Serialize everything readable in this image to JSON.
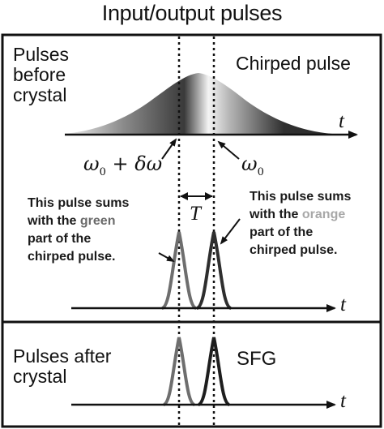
{
  "title": "Input/output pulses",
  "panel_top": {
    "label_lines": [
      "Pulses",
      "before",
      "crystal"
    ],
    "chirped_label": "Chirped pulse",
    "axis_label": "t",
    "freq_left": "ω",
    "freq_left_sub": "0",
    "freq_left_rest": " + δω",
    "freq_right": "ω",
    "freq_right_sub": "0"
  },
  "panel_middle": {
    "delay_label": "T",
    "axis_label": "t",
    "note_left": {
      "line1": "This pulse sums",
      "line2_prefix": "with the ",
      "line2_color_word": "green",
      "line3": "part of the",
      "line4": "chirped pulse."
    },
    "note_right": {
      "line1": "This pulse sums",
      "line2_prefix": "with the ",
      "line2_color_word": "orange",
      "line3": "part of the",
      "line4": "chirped pulse."
    }
  },
  "panel_bottom": {
    "label_lines": [
      "Pulses after",
      "crystal"
    ],
    "sfg_label": "SFG",
    "axis_label": "t"
  },
  "colors": {
    "frame": "#111111",
    "green_pulse": "#6e6e6e",
    "orange_pulse": "#2e2e2e"
  }
}
